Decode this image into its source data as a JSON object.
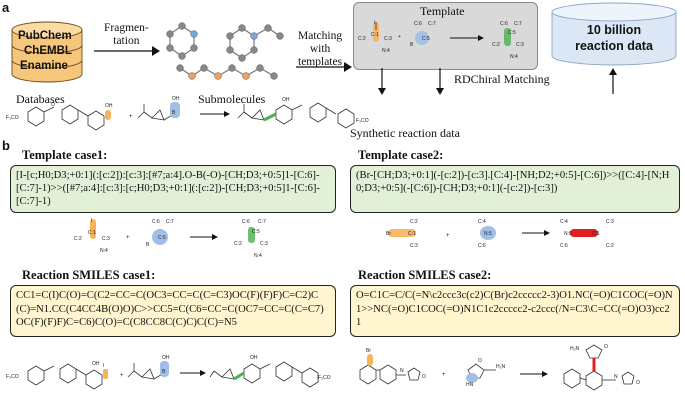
{
  "panel_a": {
    "label": "a",
    "databases": [
      "PubChem",
      "ChEMBL",
      "Enamine"
    ],
    "databases_caption": "Databases",
    "fragmentation_label": "Fragmen-\ntation",
    "submolecules_caption": "Submolecules",
    "matching_label": "Matching\nwith\ntemplates",
    "template_title": "Template",
    "rdchiral_label": "RDChiral Matching",
    "reaction_data_label": "10 billion\nreaction data",
    "synthetic_caption": "Synthetic reaction data",
    "mol_labels": {
      "cf3": "F₃CO",
      "oh": "OH",
      "boh": "OH",
      "b": "B",
      "boh2": "OH",
      "prod_oh": "OH"
    }
  },
  "panel_b": {
    "label": "b",
    "case1_title": "Template case1:",
    "case1_smarts": "[I-[c;H0;D3;+0:1](:[c:2]):[c:3]:[#7;a:4].O-B(-O)-[CH;D3;+0:5]1-[C:6]-[C:7]-1)>>([#7;a:4]:[c:3]:[c;H0;D3;+0:1](:[c:2])-[CH;D3;+0:5]1-[C:6]-[C:7]-1)",
    "case1_smiles_title": "Reaction SMILES case1:",
    "case1_smiles": "CC1=C(I)C(O)=C(C2=CC=C(OC3=CC=C(C=C3)OC(F)(F)F)C=C2)C(C)=N1.CC(C4CC4B(O)O)C>>CC5=C(C6=CC=C(OC7=CC=C(C=C7)OC(F)(F)F)C=C6)C(O)=C(C8CC8C(C)C)C(C)=N5",
    "case2_title": "Template case2:",
    "case2_smarts": "(Br-[CH;D3;+0:1](-[c:2])-[c:3].[C:4]-[NH;D2;+0:5]-[C:6])>>([C:4]-[N;H0;D3;+0:5](-[C:6])-[CH;D3;+0:1](-[c:2])-[c:3])",
    "case2_smiles_title": "Reaction SMILES case2:",
    "case2_smiles": "O=C1C=C/C(=N\\c2ccc3c(c2)C(Br)c2ccccc2-3)O1.NC(=O)C1COC(=O)N1>>NC(=O)C1COC(=O)N1C1c2ccccc2-c2ccc(/N=C3\\C=CC(=O)O3)cc21",
    "atom_labels": {
      "c2": "C:2",
      "c1": "C:1",
      "c3": "C:3",
      "i": "I",
      "n4": "N:4",
      "c6": "C:6",
      "c7": "C:7",
      "c5": "C:5",
      "br": "Br",
      "c4": "C:4",
      "n5": "N:5"
    },
    "mol_labels": {
      "cf3": "F₃CO",
      "oh": "OH",
      "i": "I",
      "b": "B",
      "br": "Br",
      "o": "O",
      "nh2": "H₂N",
      "hn": "HN",
      "n": "N"
    }
  },
  "colors": {
    "green_box": "#e3f0d8",
    "yellow_box": "#fff5cf",
    "template_panel": "#d9d9d9",
    "cylinder": "#dbe7f5",
    "highlight_orange": "#f7b35a",
    "highlight_green": "#4caf50",
    "highlight_blue": "#9fbfe6",
    "highlight_red": "#e02020",
    "database_fill": "#f6c77a"
  }
}
